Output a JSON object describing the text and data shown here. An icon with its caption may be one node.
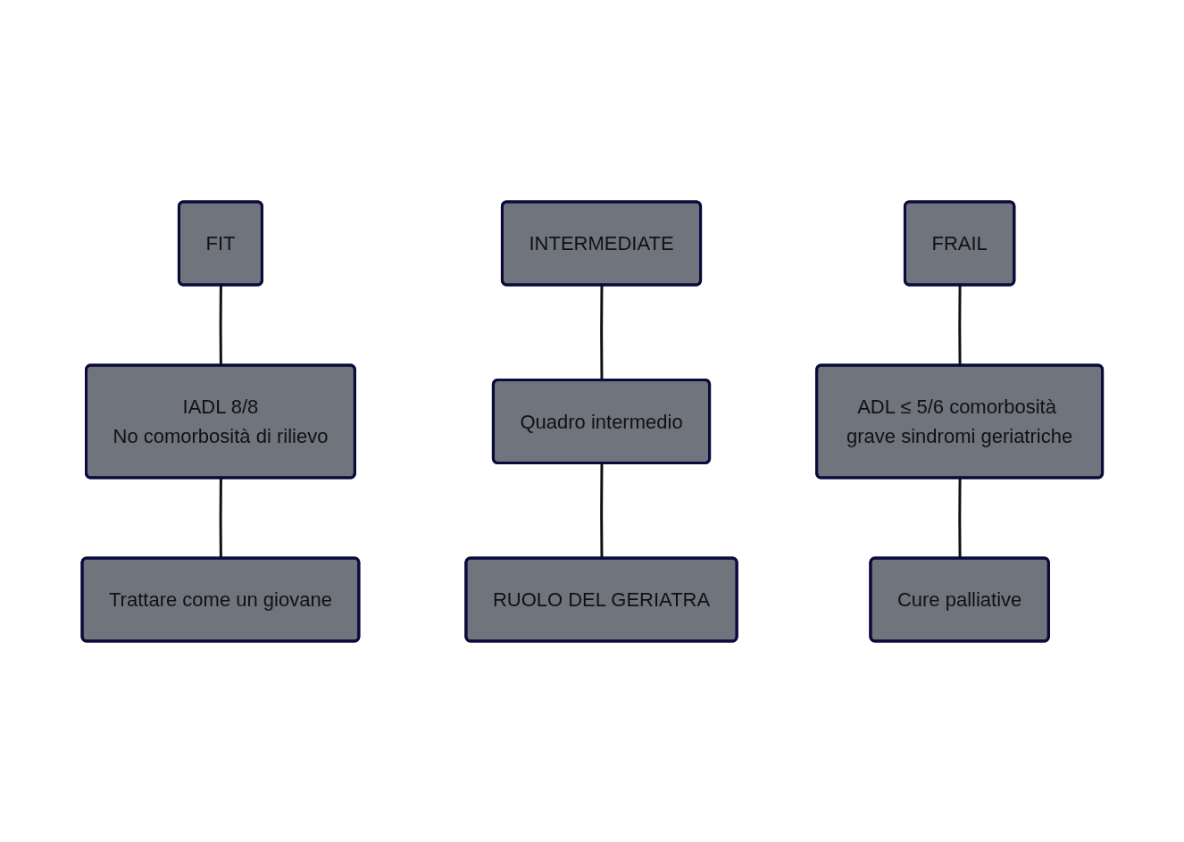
{
  "diagram": {
    "nodes": [
      {
        "text": [
          "FIT"
        ]
      },
      {
        "text": [
          "INTERMEDIATE"
        ]
      },
      {
        "text": [
          "FRAIL"
        ]
      },
      {
        "text": [
          "IADL 8/8",
          "No comorbosità di rilievo"
        ]
      },
      {
        "text": [
          "Quadro intermedio"
        ]
      },
      {
        "text": [
          "ADL ≤ 5/6 comorbosità grave sindromi geriatriche"
        ]
      },
      {
        "text": [
          "Trattare come un giovane"
        ]
      },
      {
        "text": [
          "RUOLO DEL GERIATRA"
        ]
      },
      {
        "text": [
          "Cure palliative"
        ]
      }
    ],
    "edges": [
      {
        "from": 0,
        "to": 3,
        "arrow": "none"
      },
      {
        "from": 3,
        "to": 6,
        "arrow": "none"
      },
      {
        "from": 1,
        "to": 4,
        "arrow": "none"
      },
      {
        "from": 4,
        "to": 7,
        "arrow": "none"
      },
      {
        "from": 2,
        "to": 5,
        "arrow": "none"
      },
      {
        "from": 5,
        "to": 8,
        "arrow": "none"
      }
    ]
  }
}
